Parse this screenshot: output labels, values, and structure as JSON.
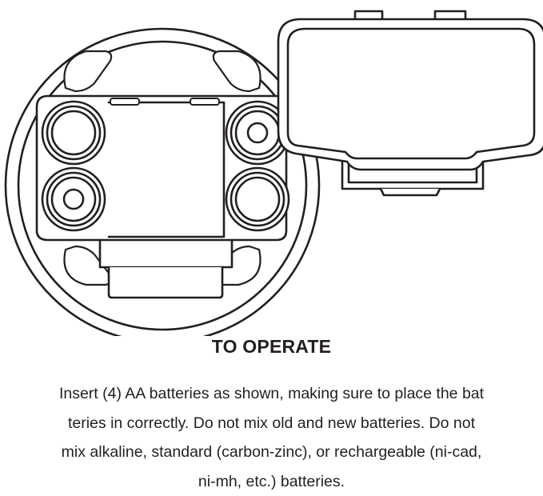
{
  "diagram": {
    "stroke_color": "#231f20",
    "fill_color": "#ffffff"
  },
  "heading": "TO OPERATE",
  "instructions": {
    "lines": [
      "Insert (4) AA batteries as shown, making sure to place the bat",
      "teries in correctly. Do not mix old and new batteries. Do not",
      "mix alkaline, standard (carbon-zinc), or rechargeable (ni-cad,",
      "ni-mh, etc.) batteries."
    ]
  }
}
